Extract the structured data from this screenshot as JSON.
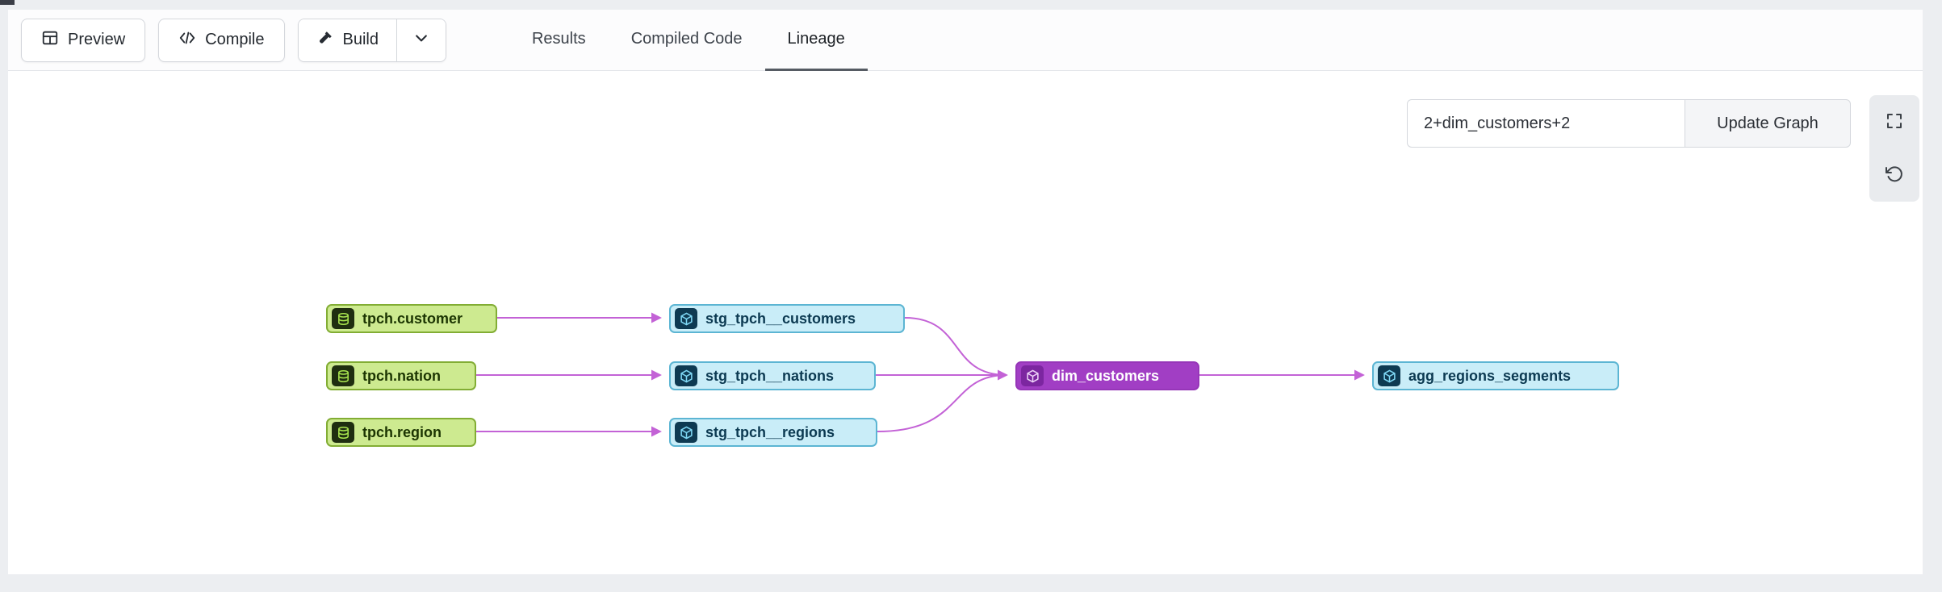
{
  "toolbar": {
    "preview_label": "Preview",
    "compile_label": "Compile",
    "build_label": "Build"
  },
  "tabs": [
    {
      "label": "Results",
      "active": false
    },
    {
      "label": "Compiled Code",
      "active": false
    },
    {
      "label": "Lineage",
      "active": true
    }
  ],
  "lineage_controls": {
    "selector_value": "2+dim_customers+2",
    "update_button_label": "Update Graph"
  },
  "graph": {
    "nodes": [
      {
        "label": "tpch.customer",
        "type": "source"
      },
      {
        "label": "tpch.nation",
        "type": "source"
      },
      {
        "label": "tpch.region",
        "type": "source"
      },
      {
        "label": "stg_tpch__customers",
        "type": "model"
      },
      {
        "label": "stg_tpch__nations",
        "type": "model"
      },
      {
        "label": "stg_tpch__regions",
        "type": "model"
      },
      {
        "label": "dim_customers",
        "type": "model-selected"
      },
      {
        "label": "agg_regions_segments",
        "type": "model"
      }
    ],
    "edges": [
      {
        "from": "tpch.customer",
        "to": "stg_tpch__customers"
      },
      {
        "from": "tpch.nation",
        "to": "stg_tpch__nations"
      },
      {
        "from": "tpch.region",
        "to": "stg_tpch__regions"
      },
      {
        "from": "stg_tpch__customers",
        "to": "dim_customers"
      },
      {
        "from": "stg_tpch__nations",
        "to": "dim_customers"
      },
      {
        "from": "stg_tpch__regions",
        "to": "dim_customers"
      },
      {
        "from": "dim_customers",
        "to": "agg_regions_segments"
      }
    ]
  },
  "colors": {
    "edge": "#c362d6",
    "source_bg": "#cdea90",
    "source_border": "#82ad34",
    "model_bg": "#c9edf8",
    "model_border": "#5cb5d3",
    "selected_bg": "#a13ec4",
    "canvas": "#ffffff",
    "gutter": "#eceef1"
  }
}
